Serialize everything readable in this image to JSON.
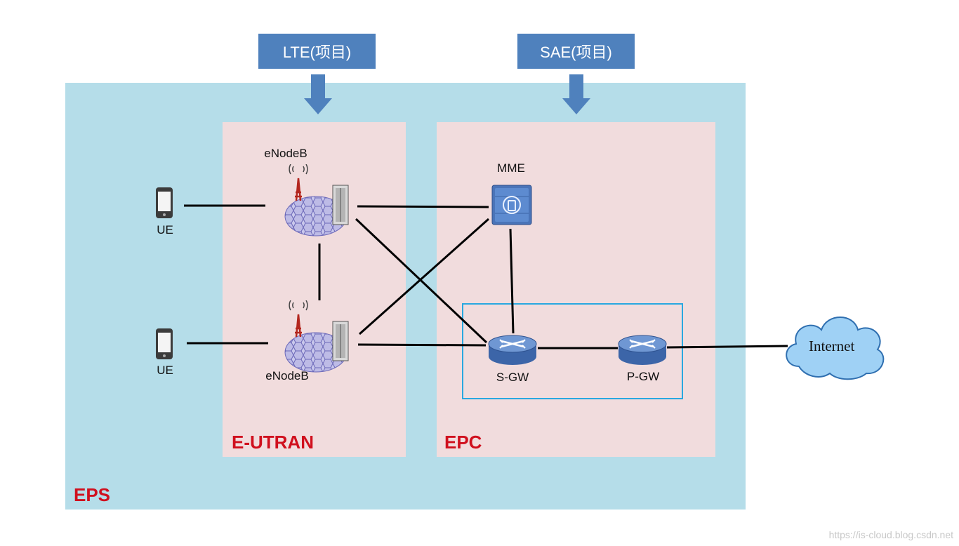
{
  "project_labels": {
    "lte": "LTE(项目)",
    "sae": "SAE(项目)"
  },
  "regions": {
    "eps": "EPS",
    "eutran": "E-UTRAN",
    "epc": "EPC"
  },
  "nodes": {
    "ue_top": "UE",
    "ue_bottom": "UE",
    "enodeb_top": "eNodeB",
    "enodeb_bottom": "eNodeB",
    "mme": "MME",
    "sgw": "S-GW",
    "pgw": "P-GW",
    "internet": "Internet"
  },
  "watermark": "https://is-cloud.blog.csdn.net",
  "colors": {
    "eps_region": "#b5dde9",
    "access_core_regions": "#f1dcdd",
    "project_label": "#4f81bd",
    "region_label_text": "#d0101e",
    "gateway_box_border": "#29a8e0"
  }
}
